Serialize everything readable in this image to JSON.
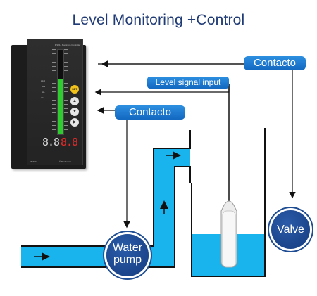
{
  "title": "Level Monitoring +Control",
  "controller": {
    "brand_label": "MS214 Bargraph Controller",
    "indicator_labels": [
      "ALH",
      "AH",
      "AL",
      "ALL"
    ],
    "bar_level_percent": 65,
    "display_left": "8.8",
    "display_right": "8.8",
    "set_button": "SET",
    "model": "MS214",
    "manufacturer": "© Tanksense"
  },
  "labels": {
    "contact_top": "Contacto",
    "level_signal": "Level signal input",
    "contact_mid": "Contacto"
  },
  "pump": {
    "line1": "Water",
    "line2": "pump"
  },
  "valve": {
    "label": "Valve"
  },
  "colors": {
    "water": "#19b4ee",
    "pill_blue": "#1a7bd6",
    "circle_navy": "#1d4a92",
    "title_navy": "#1f3a75"
  }
}
